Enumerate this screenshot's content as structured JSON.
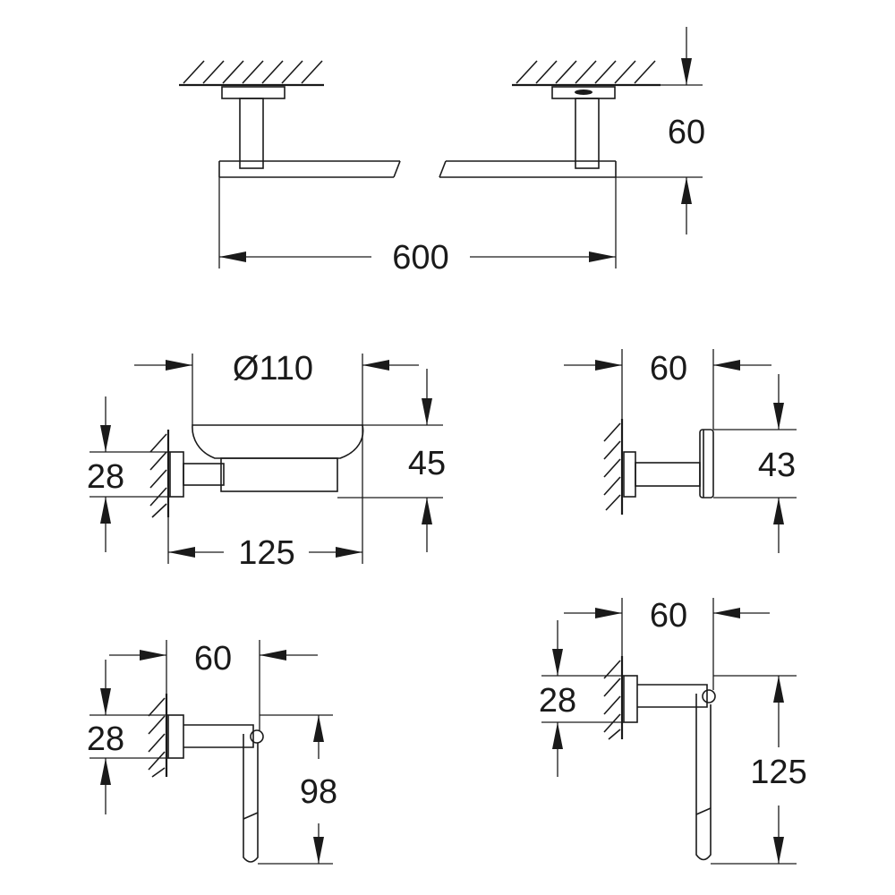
{
  "dimensions": {
    "towel_bar_length": "600",
    "towel_bar_projection": "60",
    "soap_dish_diameter": "Ø110",
    "soap_dish_height": "45",
    "soap_dish_flange": "28",
    "soap_dish_projection": "125",
    "hook_projection": "60",
    "hook_height": "43",
    "paper_holder_projection": "60",
    "paper_holder_flange": "28",
    "paper_holder_length": "98",
    "towel_ring_projection": "60",
    "towel_ring_flange": "28",
    "towel_ring_length": "125"
  },
  "colors": {
    "line": "#1a1a1a",
    "background": "#ffffff"
  }
}
